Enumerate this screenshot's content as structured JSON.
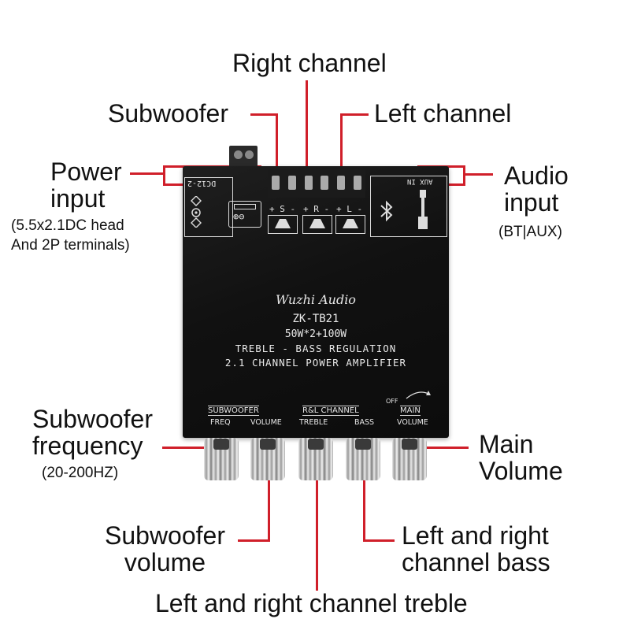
{
  "labels": {
    "right_channel": "Right channel",
    "subwoofer": "Subwoofer",
    "left_channel": "Left channel",
    "power_input_1": "Power",
    "power_input_2": "input",
    "power_note_1": "(5.5x2.1DC head",
    "power_note_2": "And 2P terminals)",
    "audio_input_1": "Audio",
    "audio_input_2": "input",
    "audio_note": "(BT|AUX)",
    "sub_freq_1": "Subwoofer",
    "sub_freq_2": "frequency",
    "sub_freq_note": "(20-200HZ)",
    "main_volume_1": "Main",
    "main_volume_2": "Volume",
    "sub_volume_1": "Subwoofer",
    "sub_volume_2": "volume",
    "bass_1": "Left and right",
    "bass_2": "channel bass",
    "treble": "Left and right channel treble"
  },
  "board": {
    "brand": "Wuzhi Audio",
    "model": "ZK-TB21",
    "power": "50W*2+100W",
    "line1": "TREBLE - BASS REGULATION",
    "line2": "2.1 CHANNEL POWER AMPLIFIER",
    "dc_label": "DC12-2",
    "aux_label": "AUX IN",
    "sub_term": "+ S -",
    "right_term": "+ R -",
    "left_term": "+ L -",
    "group_sub": "SUBWOOFER",
    "group_rl": "R&L CHANNEL",
    "group_main": "MAIN",
    "freq": "FREQ",
    "volume": "VOLUME",
    "treble": "TREBLE",
    "bass": "BASS",
    "main_volume": "VOLUME",
    "off": "OFF"
  },
  "colors": {
    "callout_line": "#d01f2a",
    "board": "#151515",
    "silk": "#e8e8e8"
  },
  "icons": [
    "bluetooth-icon",
    "headphone-jack-icon",
    "speaker-icon",
    "dc-jack-icon"
  ]
}
